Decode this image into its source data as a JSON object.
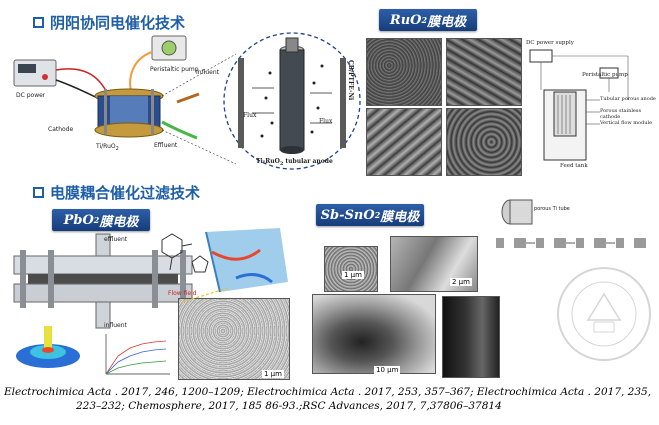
{
  "sections": {
    "top_title": "阴阳协同电催化技术",
    "bottom_title": "电膜耦合催化过滤技术"
  },
  "banners": {
    "ruo2": "RuO",
    "ruo2_sub": "2",
    "ruo2_suffix": "膜电极",
    "pbo2": "PbO",
    "pbo2_sub": "2",
    "pbo2_suffix": "膜电极",
    "sbsno2": "Sb-SnO",
    "sbsno2_sub": "2",
    "sbsno2_suffix": "膜电极"
  },
  "labels": {
    "dc_power": "DC power",
    "peristaltic_pump": "Peristaltic pump",
    "cathode": "Cathode",
    "ti_ruo2": "Ti/RuO",
    "ti_ruo2_sub": "2",
    "effluent": "Effluent",
    "influent": "Influent",
    "tubular_anode": "Ti-RuO",
    "tubular_anode_sub": "2",
    "tubular_anode_suffix": " tubular anode",
    "membrane": "CB/PTFE-Ni",
    "flux": "Flux",
    "flux2": "Flux",
    "right_dc": "DC power supply",
    "right_pump": "Peristaltic pump",
    "right_anode": "Tubular porous anode",
    "right_cathode": "Porous stainless cathode",
    "right_flow": "Vertical flow module",
    "right_tank": "Feed tank",
    "pb_effluent": "effluent",
    "pb_influent": "influent",
    "pb_flow": "Flow field",
    "scale_1um": "1 μm",
    "scale_2um": "2 μm",
    "scale_10um": "10 μm",
    "scale_sem": "1 μm",
    "tio2_label": "porous Ti tube"
  },
  "caption": {
    "line1": "Electrochimica Acta . 2017, 246, 1200–1209; Electrochimica Acta . 2017, 253, 357–367; Electrochimica Acta . 2017, 235,",
    "line2": "223–232; Chemosphere, 2017, 185 86-93.;RSC Advances, 2017, 7,37806–37814"
  },
  "colors": {
    "title_blue": "#1f5fa8",
    "banner_blue": "#1f4f95"
  }
}
